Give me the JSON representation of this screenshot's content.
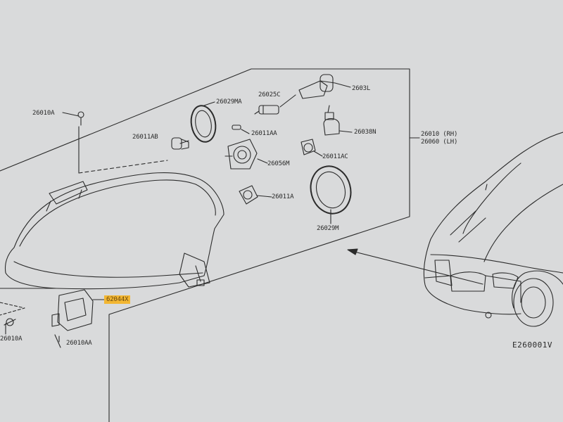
{
  "parts": {
    "p26010a_top": "26010A",
    "p26029ma": "26029MA",
    "p26025c": "26025C",
    "p26031": "2603L",
    "p26011ab": "26011AB",
    "p26011aa": "26011AA",
    "p26038n": "26038N",
    "p26010_rh": "26010 (RH)",
    "p26060_lh": "26060 (LH)",
    "p26011ac": "26011AC",
    "p26056m": "26056M",
    "p26011a": "26011A",
    "p26029m": "26029M",
    "p62044x": "62044X",
    "p26010a_bottom": "26010A",
    "p26010aa": "26010AA"
  },
  "diagram_code": "E260001V",
  "colors": {
    "background": "#d9dadb",
    "line": "#2b2b2b",
    "highlight": "#f2b632"
  }
}
